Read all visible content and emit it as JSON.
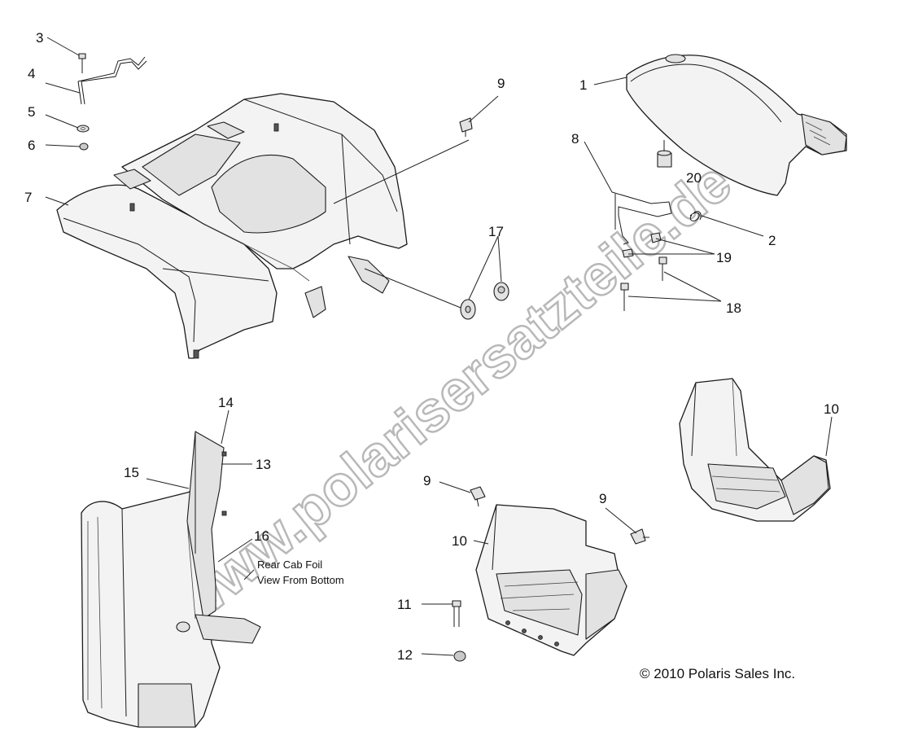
{
  "callouts": {
    "c1": "1",
    "c2": "2",
    "c3": "3",
    "c4": "4",
    "c5": "5",
    "c6": "6",
    "c7": "7",
    "c8": "8",
    "c9a": "9",
    "c9b": "9",
    "c9c": "9",
    "c10a": "10",
    "c10b": "10",
    "c11": "11",
    "c12": "12",
    "c13": "13",
    "c14": "14",
    "c15": "15",
    "c16": "16",
    "c17": "17",
    "c18": "18",
    "c19": "19",
    "c20": "20"
  },
  "note": {
    "line1": "Rear Cab Foil",
    "line2": "View From Bottom"
  },
  "copyright": "© 2010 Polaris Sales Inc.",
  "watermark": "www.polarisersatzteile.de"
}
